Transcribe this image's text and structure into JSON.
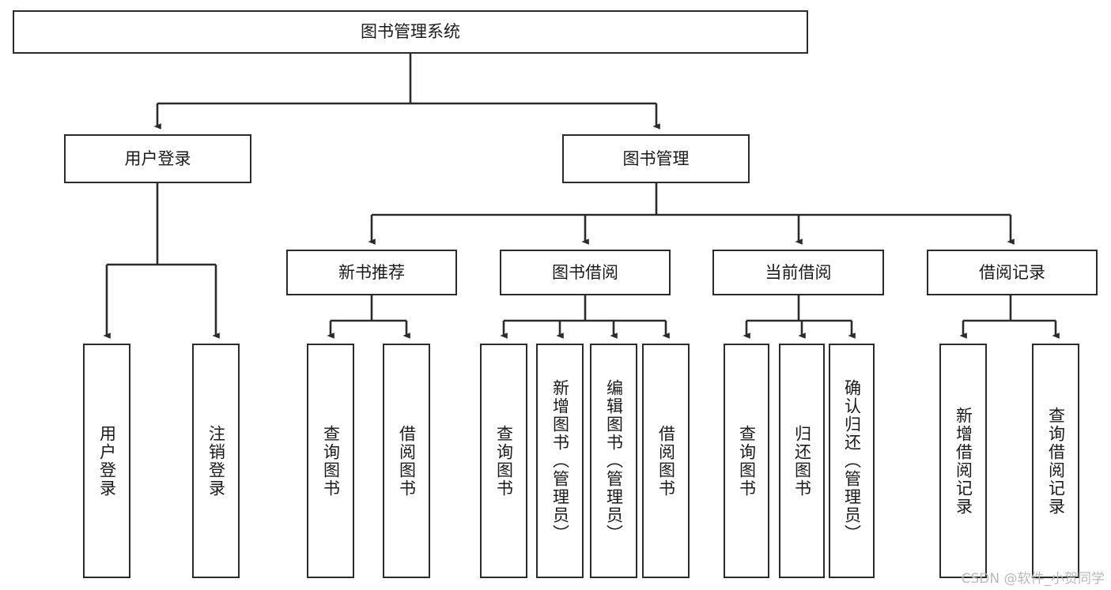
{
  "diagram": {
    "title": "图书管理系统",
    "type": "tree-hierarchy",
    "watermark": "CSDN @软件_小贺同学",
    "stroke_color": "#2b2b2b",
    "fill_color": "#ffffff",
    "text_color": "#1a1a1a",
    "watermark_color": "#b9b9b9"
  },
  "nodes": {
    "root": {
      "label": "图书管理系统"
    },
    "level2": [
      {
        "id": "user-login",
        "label": "用户登录"
      },
      {
        "id": "book-management",
        "label": "图书管理"
      }
    ],
    "level3": [
      {
        "id": "new-book-recommend",
        "label": "新书推荐"
      },
      {
        "id": "book-borrow",
        "label": "图书借阅"
      },
      {
        "id": "current-borrow",
        "label": "当前借阅"
      },
      {
        "id": "borrow-record",
        "label": "借阅记录"
      }
    ],
    "leaves": {
      "user_login": [
        {
          "id": "leaf-user-login",
          "label": "用户登录"
        },
        {
          "id": "leaf-logout-login",
          "label": "注销登录"
        }
      ],
      "new_book_recommend": [
        {
          "id": "leaf-query-book-1",
          "label": "查询图书"
        },
        {
          "id": "leaf-borrow-book-1",
          "label": "借阅图书"
        }
      ],
      "book_borrow": [
        {
          "id": "leaf-query-book-2",
          "label": "查询图书"
        },
        {
          "id": "leaf-add-book",
          "label": "新增图书（管理员）"
        },
        {
          "id": "leaf-edit-book",
          "label": "编辑图书（管理员）"
        },
        {
          "id": "leaf-borrow-book-2",
          "label": "借阅图书"
        }
      ],
      "current_borrow": [
        {
          "id": "leaf-query-book-3",
          "label": "查询图书"
        },
        {
          "id": "leaf-return-book",
          "label": "归还图书"
        },
        {
          "id": "leaf-confirm-return",
          "label": "确认归还（管理员）"
        }
      ],
      "borrow_record": [
        {
          "id": "leaf-add-record",
          "label": "新增借阅记录"
        },
        {
          "id": "leaf-query-record",
          "label": "查询借阅记录"
        }
      ]
    }
  }
}
